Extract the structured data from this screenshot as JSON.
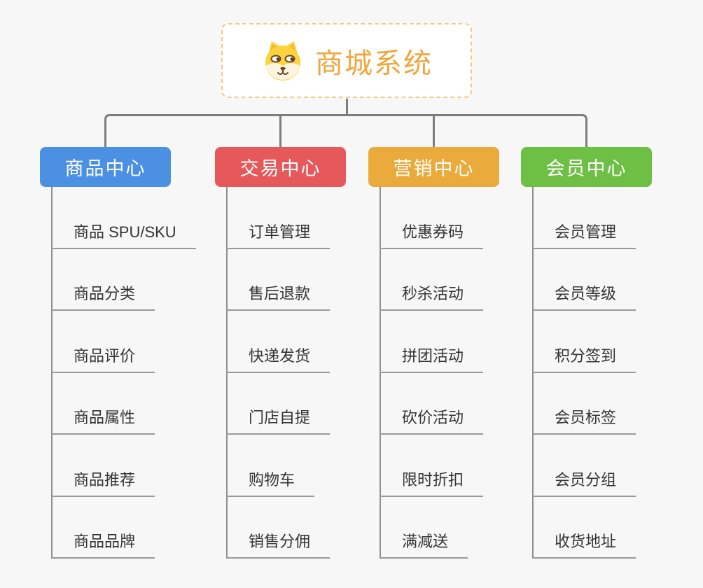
{
  "root": {
    "title": "商城系统",
    "icon": "dog-face-icon"
  },
  "branches": [
    {
      "label": "商品中心",
      "color": "#4b90e2",
      "items": [
        "商品 SPU/SKU",
        "商品分类",
        "商品评价",
        "商品属性",
        "商品推荐",
        "商品品牌"
      ]
    },
    {
      "label": "交易中心",
      "color": "#e5595b",
      "items": [
        "订单管理",
        "售后退款",
        "快递发货",
        "门店自提",
        "购物车",
        "销售分佣"
      ]
    },
    {
      "label": "营销中心",
      "color": "#eaaa3c",
      "items": [
        "优惠券码",
        "秒杀活动",
        "拼团活动",
        "砍价活动",
        "限时折扣",
        "满减送"
      ]
    },
    {
      "label": "会员中心",
      "color": "#6ec044",
      "items": [
        "会员管理",
        "会员等级",
        "积分签到",
        "会员标签",
        "会员分组",
        "收货地址"
      ]
    }
  ],
  "colors": {
    "root_text": "#f0a63c",
    "root_border": "#f3ca80",
    "connector": "#7d7d7d",
    "leaf_line": "#999999",
    "leaf_text": "#333333",
    "background": "#f7f7f7"
  }
}
